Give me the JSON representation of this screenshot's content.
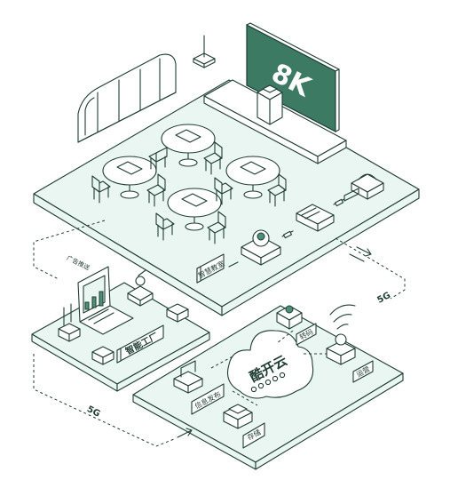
{
  "screen_text": "8K",
  "labels": {
    "classroom": "智慧教室",
    "factory": "智能工厂",
    "cloud": "酷开云",
    "info_release": "信息发布",
    "storage": "存储",
    "transcode": "转码",
    "ops": "运营"
  },
  "links": {
    "ad_push": "广告推送",
    "g5_right": "5G",
    "g5_bottom": "5G"
  },
  "colors": {
    "stroke": "#1f3d33",
    "platform_fill": "#eaf6f1",
    "screen": "#3c7a64",
    "accent": "#4f8f77",
    "label_bg": "#ffffff"
  }
}
